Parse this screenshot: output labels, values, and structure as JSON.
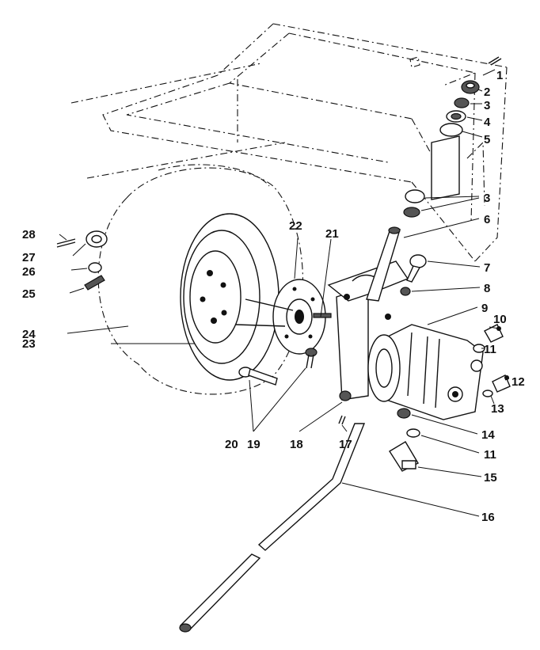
{
  "figure": {
    "callouts": [
      {
        "num": "1"
      },
      {
        "num": "2"
      },
      {
        "num": "3"
      },
      {
        "num": "4"
      },
      {
        "num": "5"
      },
      {
        "num": "3"
      },
      {
        "num": "6"
      },
      {
        "num": "7"
      },
      {
        "num": "8"
      },
      {
        "num": "9"
      },
      {
        "num": "10"
      },
      {
        "num": "11"
      },
      {
        "num": "12"
      },
      {
        "num": "13"
      },
      {
        "num": "14"
      },
      {
        "num": "11"
      },
      {
        "num": "15"
      },
      {
        "num": "16"
      },
      {
        "num": "17"
      },
      {
        "num": "18"
      },
      {
        "num": "19"
      },
      {
        "num": "20"
      },
      {
        "num": "21"
      },
      {
        "num": "22"
      },
      {
        "num": "23"
      },
      {
        "num": "24"
      },
      {
        "num": "25"
      },
      {
        "num": "26"
      },
      {
        "num": "27"
      },
      {
        "num": "28"
      }
    ]
  }
}
